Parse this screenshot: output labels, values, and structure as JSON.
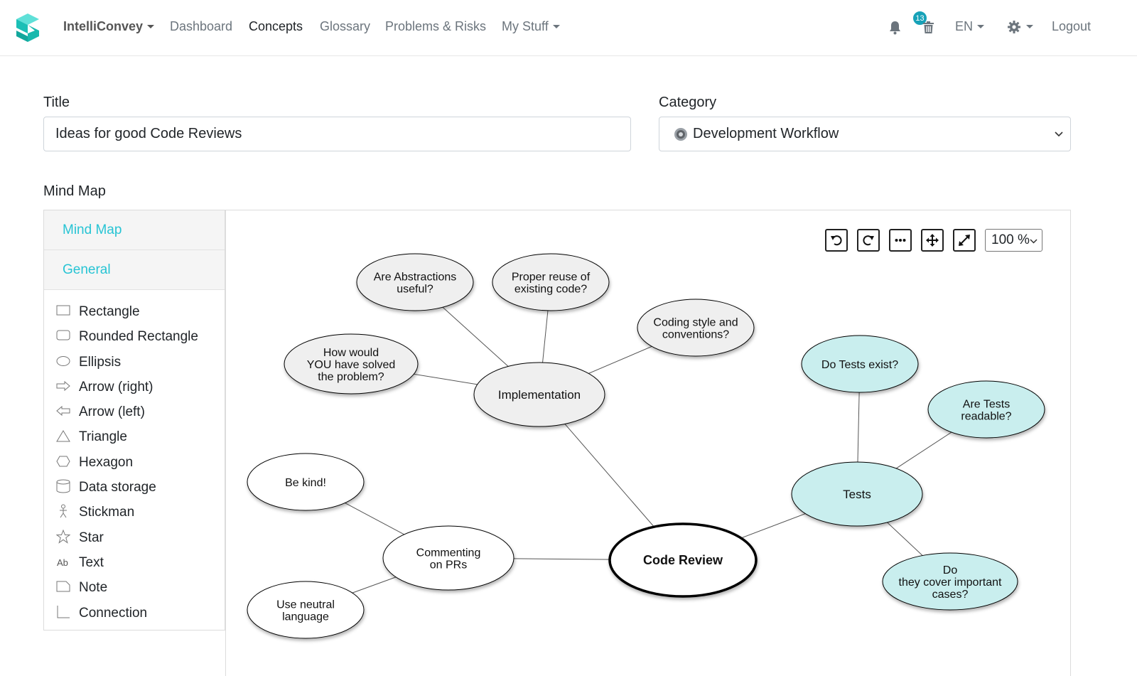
{
  "nav": {
    "brand": "IntelliConvey",
    "items": [
      "Dashboard",
      "Concepts",
      "Glossary",
      "Problems & Risks",
      "My Stuff"
    ],
    "notification_count": "13",
    "language": "EN",
    "logout": "Logout"
  },
  "form": {
    "title_label": "Title",
    "title_value": "Ideas for good Code Reviews",
    "category_label": "Category",
    "category_value": "Development Workflow",
    "mindmap_label": "Mind Map"
  },
  "sidebar": {
    "sections": [
      "Mind Map",
      "General"
    ],
    "shapes": [
      {
        "label": "Rectangle",
        "icon": "rectangle-icon"
      },
      {
        "label": "Rounded Rectangle",
        "icon": "rounded-rectangle-icon"
      },
      {
        "label": "Ellipsis",
        "icon": "ellipse-icon"
      },
      {
        "label": "Arrow (right)",
        "icon": "arrow-right-icon"
      },
      {
        "label": "Arrow (left)",
        "icon": "arrow-left-icon"
      },
      {
        "label": "Triangle",
        "icon": "triangle-icon"
      },
      {
        "label": "Hexagon",
        "icon": "hexagon-icon"
      },
      {
        "label": "Data storage",
        "icon": "data-storage-icon"
      },
      {
        "label": "Stickman",
        "icon": "stickman-icon"
      },
      {
        "label": "Star",
        "icon": "star-icon"
      },
      {
        "label": "Text",
        "icon": "text-icon"
      },
      {
        "label": "Note",
        "icon": "note-icon"
      },
      {
        "label": "Connection",
        "icon": "connection-icon"
      }
    ]
  },
  "toolbar": {
    "zoom": "100 %",
    "buttons": [
      "undo-icon",
      "redo-icon",
      "more-icon",
      "move-icon",
      "fit-icon"
    ]
  },
  "mindmap": {
    "nodes": [
      {
        "id": "abstractions",
        "lines": [
          "Are Abstractions",
          "useful?"
        ],
        "style": "grey"
      },
      {
        "id": "reuse",
        "lines": [
          "Proper reuse of",
          "existing code?"
        ],
        "style": "grey"
      },
      {
        "id": "coding_style",
        "lines": [
          "Coding style and",
          "conventions?"
        ],
        "style": "grey"
      },
      {
        "id": "how_would_you",
        "lines": [
          "How would",
          "YOU have solved",
          "the problem?"
        ],
        "style": "grey"
      },
      {
        "id": "implementation",
        "lines": [
          "Implementation"
        ],
        "style": "grey"
      },
      {
        "id": "be_kind",
        "lines": [
          "Be kind!"
        ],
        "style": "white"
      },
      {
        "id": "commenting",
        "lines": [
          "Commenting",
          "on PRs"
        ],
        "style": "white"
      },
      {
        "id": "neutral",
        "lines": [
          "Use neutral",
          "language"
        ],
        "style": "white"
      },
      {
        "id": "code_review",
        "lines": [
          "Code Review"
        ],
        "style": "root"
      },
      {
        "id": "tests_exist",
        "lines": [
          "Do Tests exist?"
        ],
        "style": "teal"
      },
      {
        "id": "tests_readable",
        "lines": [
          "Are Tests",
          "readable?"
        ],
        "style": "teal"
      },
      {
        "id": "tests",
        "lines": [
          "Tests"
        ],
        "style": "teal"
      },
      {
        "id": "important_cases",
        "lines": [
          "Do",
          "they cover important",
          "cases?"
        ],
        "style": "teal"
      }
    ],
    "edges": [
      [
        "abstractions",
        "implementation"
      ],
      [
        "reuse",
        "implementation"
      ],
      [
        "coding_style",
        "implementation"
      ],
      [
        "how_would_you",
        "implementation"
      ],
      [
        "implementation",
        "code_review"
      ],
      [
        "be_kind",
        "commenting"
      ],
      [
        "neutral",
        "commenting"
      ],
      [
        "commenting",
        "code_review"
      ],
      [
        "code_review",
        "tests"
      ],
      [
        "tests_exist",
        "tests"
      ],
      [
        "tests_readable",
        "tests"
      ],
      [
        "important_cases",
        "tests"
      ]
    ],
    "colors": {
      "grey": "#efefef",
      "white": "#ffffff",
      "teal": "#c9eeee",
      "root": "#ffffff",
      "accent": "#27c4d4"
    }
  }
}
